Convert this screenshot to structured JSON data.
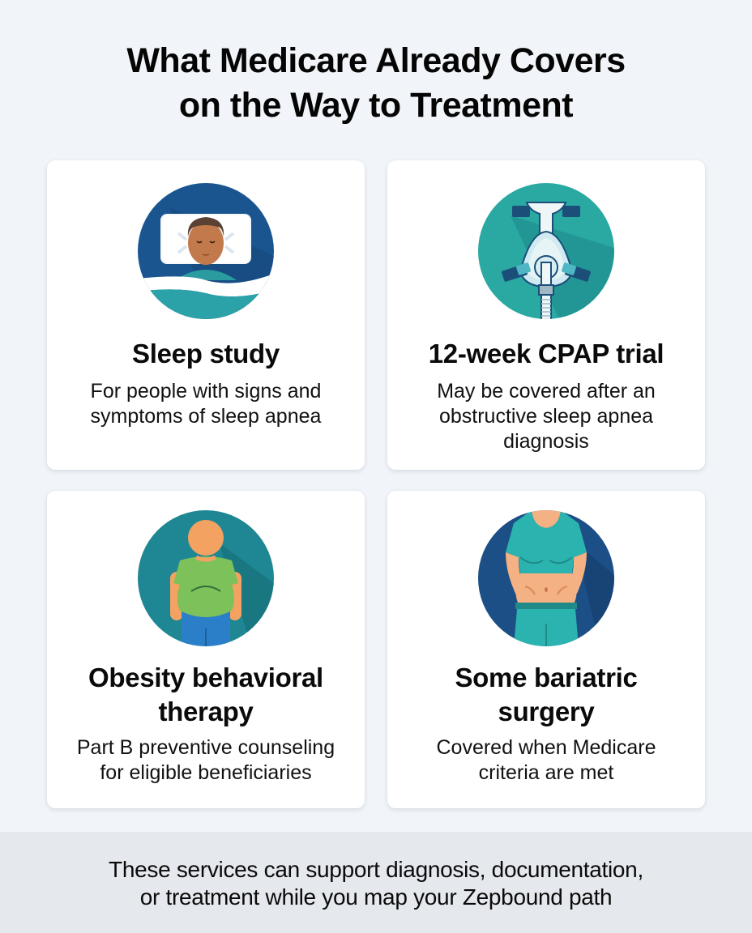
{
  "header": {
    "title_line1": "What Medicare Already Covers",
    "title_line2": "on the Way to Treatment"
  },
  "cards": [
    {
      "icon": "sleeping-person-icon",
      "title": "Sleep study",
      "desc_lines": [
        "For people with signs and",
        "symptoms of sleep apnea"
      ]
    },
    {
      "icon": "cpap-mask-icon",
      "title": "12-week CPAP trial",
      "desc_lines": [
        "May be covered after an",
        "obstructive sleep apnea",
        "diagnosis"
      ]
    },
    {
      "icon": "obese-person-icon",
      "title_lines": [
        "Obesity behavioral",
        "therapy"
      ],
      "desc_lines": [
        "Part B preventive counseling",
        "for eligible beneficiaries"
      ]
    },
    {
      "icon": "belly-torso-icon",
      "title_lines": [
        "Some bariatric",
        "surgery"
      ],
      "desc_lines": [
        "Covered when Medicare",
        "criteria are met"
      ]
    }
  ],
  "footer": {
    "lines": [
      "These services can support diagnosis, documentation,",
      "or treatment while you map your Zepbound path"
    ]
  },
  "colors": {
    "page_bg": "#f1f5f9",
    "card_bg": "#ffffff",
    "footer_bg": "#e5e8ed",
    "navy": "#1b4f86",
    "teal": "#2aa5a8",
    "dark_teal": "#1e8a91",
    "green_shirt": "#7cc15a",
    "skin": "#f4a261"
  }
}
